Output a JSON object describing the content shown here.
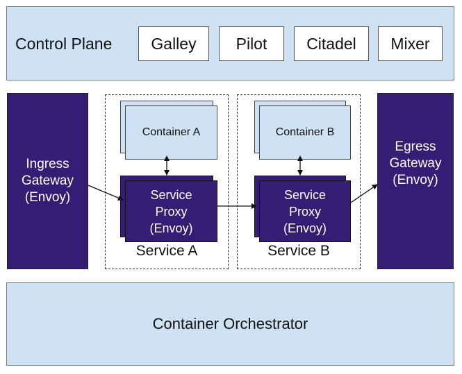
{
  "control_plane": {
    "label": "Control Plane",
    "components": [
      "Galley",
      "Pilot",
      "Citadel",
      "Mixer"
    ]
  },
  "ingress_gateway": {
    "lines": [
      "Ingress",
      "Gateway",
      "(Envoy)"
    ]
  },
  "egress_gateway": {
    "lines": [
      "Egress",
      "Gateway",
      "(Envoy)"
    ]
  },
  "services": [
    {
      "name": "Service A",
      "container": "Container A",
      "proxy_lines": [
        "Service",
        "Proxy",
        "(Envoy)"
      ]
    },
    {
      "name": "Service B",
      "container": "Container B",
      "proxy_lines": [
        "Service",
        "Proxy",
        "(Envoy)"
      ]
    }
  ],
  "orchestrator": {
    "label": "Container Orchestrator"
  },
  "colors": {
    "light_blue": "#cfe2f3",
    "dark_purple": "#351c75"
  }
}
